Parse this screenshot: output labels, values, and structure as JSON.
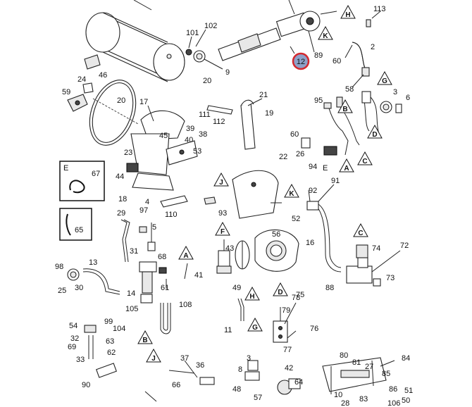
{
  "diagram": {
    "highlight": {
      "label": "12",
      "color": "#d4282e",
      "fill": "#8ea0c8"
    },
    "callouts": {
      "c113": "113",
      "c102": "102",
      "c101": "101",
      "c9": "9",
      "c46": "46",
      "c2": "2",
      "c60a": "60",
      "c58": "58",
      "c89": "89",
      "c24": "24",
      "c59": "59",
      "c20a": "20",
      "c20b": "20",
      "c17": "17",
      "c21": "21",
      "c111": "111",
      "c112": "112",
      "c19": "19",
      "c95": "95",
      "c3": "3",
      "c6": "6",
      "c45": "45",
      "c39": "39",
      "c38": "38",
      "c40": "40",
      "c53": "53",
      "c22": "22",
      "c60b": "60",
      "c26": "26",
      "c94": "94",
      "c23": "23",
      "c44": "44",
      "c18": "18",
      "c4": "4",
      "c97": "97",
      "c110": "110",
      "c93": "93",
      "c52": "52",
      "c92": "92",
      "c91": "91",
      "c67": "67",
      "c65": "65",
      "c29": "29",
      "c5": "5",
      "c31": "31",
      "c68": "68",
      "c16": "16",
      "c56": "56",
      "c43": "43",
      "c74": "74",
      "c72": "72",
      "c98": "98",
      "c13": "13",
      "c25": "25",
      "c30": "30",
      "c14": "14",
      "c61": "61",
      "c41": "41",
      "c88": "88",
      "c73": "73",
      "c105": "105",
      "c108": "108",
      "c49": "49",
      "c78": "78",
      "c79": "79",
      "c75": "75",
      "c99": "99",
      "c54": "54",
      "c104": "104",
      "c11": "11",
      "c63": "63",
      "c32": "32",
      "c69": "69",
      "c62": "62",
      "c76": "76",
      "c77": "77",
      "c33": "33",
      "c80": "80",
      "c84": "84",
      "c81": "81",
      "c27": "27",
      "c90": "90",
      "c37": "37",
      "c36": "36",
      "c66": "66",
      "c8": "8",
      "c3b": "3",
      "c42": "42",
      "c85": "85",
      "c86": "86",
      "c64": "64",
      "c48": "48",
      "c57": "57",
      "c10": "10",
      "c28": "28",
      "c83": "83",
      "c51": "51",
      "c50": "50",
      "c106": "106"
    },
    "reference_triangles": {
      "t_h1": "H",
      "t_k1": "K",
      "t_g1": "G",
      "t_b1": "B",
      "t_d1": "D",
      "t_a1": "A",
      "t_c1": "C",
      "t_j1": "J",
      "t_k2": "K",
      "t_f": "F",
      "t_a2": "A",
      "t_c2": "C",
      "t_h2": "H",
      "t_d2": "D",
      "t_g2": "G",
      "t_b2": "B",
      "t_j2": "J"
    },
    "inset_boxes": {
      "box_e": {
        "letter": "E",
        "part": "67"
      },
      "box_65": {
        "part": "65"
      }
    },
    "plain_letters": {
      "e_lower": "E"
    }
  }
}
